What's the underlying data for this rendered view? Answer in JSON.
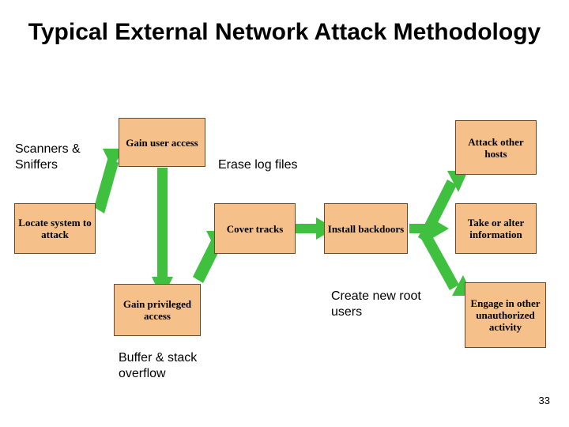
{
  "slide": {
    "title": "Typical External Network Attack Methodology",
    "page_number": "33",
    "accent_color": "#3fc13f",
    "box_fill": "#f5c08a",
    "box_border": "#6b4a2a"
  },
  "boxes": [
    {
      "id": "gain-user-access",
      "label": "Gain user access"
    },
    {
      "id": "attack-other-hosts",
      "label": "Attack other hosts"
    },
    {
      "id": "locate-system-to-attack",
      "label": "Locate system to attack"
    },
    {
      "id": "cover-tracks",
      "label": "Cover tracks"
    },
    {
      "id": "install-backdoors",
      "label": "Install backdoors"
    },
    {
      "id": "take-or-alter-information",
      "label": "Take or alter information"
    },
    {
      "id": "gain-privileged-access",
      "label": "Gain privileged access"
    },
    {
      "id": "engage-in-other-unauthorized-activity",
      "label": "Engage in other unauthorized activity"
    }
  ],
  "labels": [
    {
      "id": "scanners-and-sniffers",
      "text": "Scanners & Sniffers"
    },
    {
      "id": "erase-log-files",
      "text": "Erase log files"
    },
    {
      "id": "create-new-root-users",
      "text": "Create new root users"
    },
    {
      "id": "buffer-and-stack-overflow",
      "text": "Buffer & stack overflow"
    }
  ]
}
